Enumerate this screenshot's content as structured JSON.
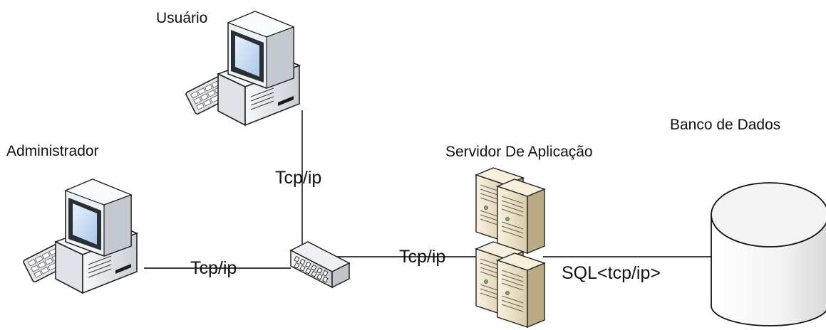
{
  "nodes": {
    "user": {
      "label": "Usuário",
      "icon": "desktop-computer-icon"
    },
    "admin": {
      "label": "Administrador",
      "icon": "desktop-computer-icon"
    },
    "switch": {
      "label": "",
      "icon": "network-switch-icon"
    },
    "app_server": {
      "label": "Servidor De Aplicação",
      "icon": "server-rack-icon"
    },
    "database": {
      "label": "Banco de Dados",
      "icon": "database-cylinder-icon"
    }
  },
  "links": {
    "user_switch": {
      "label": "Tcp/ip"
    },
    "admin_switch": {
      "label": "Tcp/ip"
    },
    "switch_server": {
      "label": "Tcp/ip"
    },
    "server_db": {
      "label": "SQL<tcp/ip>"
    }
  },
  "colors": {
    "line": "#000000",
    "computer_body": "#eef1f4",
    "computer_shadow": "#9aa1a8",
    "screen": "#b9d4f2",
    "server_body": "#efe6cf",
    "server_shadow": "#b6a783",
    "database_fill": "#f6f6f6"
  }
}
